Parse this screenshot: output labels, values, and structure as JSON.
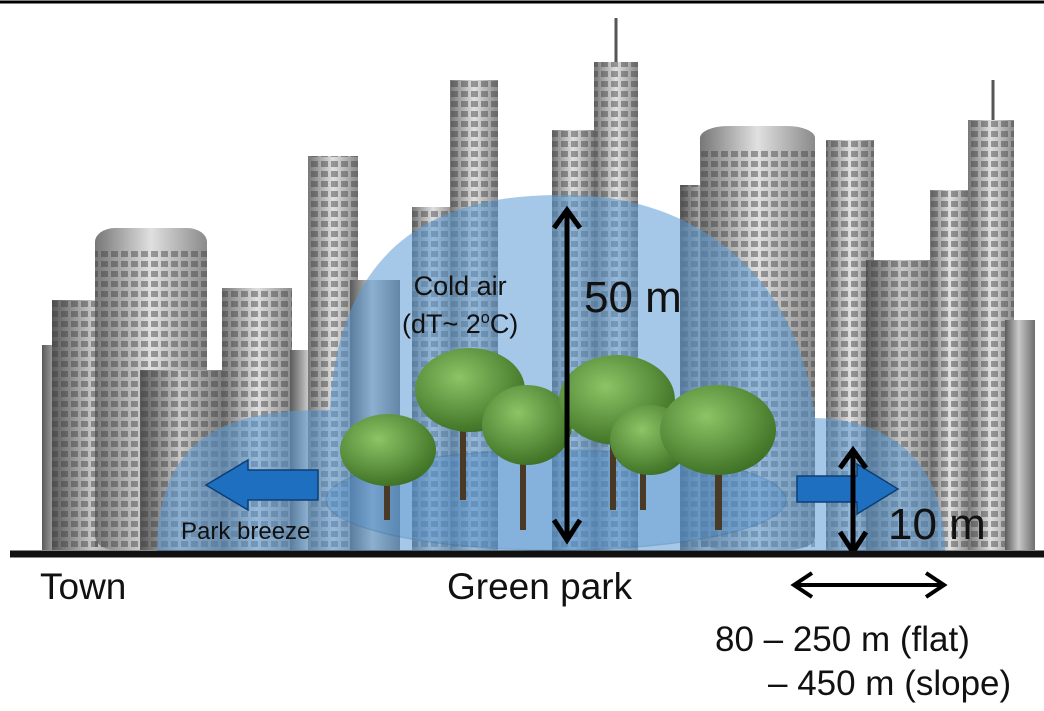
{
  "labels": {
    "cold_air_line1": "Cold air",
    "cold_air_line2_prefix": "(dT~ 2",
    "cold_air_sup": "o",
    "cold_air_line2_suffix": "C)",
    "dome_height": "50 m",
    "park_breeze": "Park breeze",
    "edge_height": "10 m",
    "town": "Town",
    "green_park": "Green park",
    "distance_flat": "80 – 250 m (flat)",
    "distance_slope": "– 450 m (slope)"
  },
  "colors": {
    "cold_air_dome": "#5b9bd5",
    "arrow_blue": "#1f6fc0",
    "tree_green": "#4f8a2b",
    "building_gray": "#8a8a8a",
    "ground_line": "#111111"
  }
}
